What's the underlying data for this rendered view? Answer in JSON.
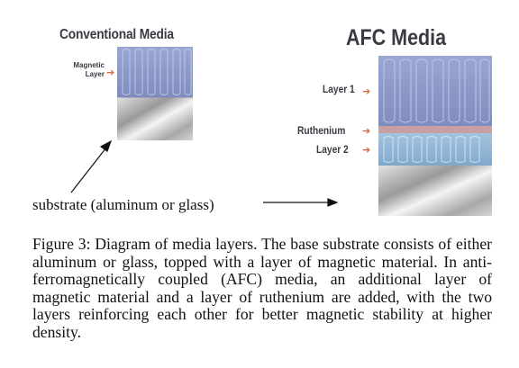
{
  "conventional": {
    "title": "Conventional Media",
    "magnetic_label_line1": "Magnetic",
    "magnetic_label_line2": "Layer"
  },
  "afc": {
    "title": "AFC Media",
    "layer1_label": "Layer 1",
    "ruthenium_label": "Ruthenium",
    "layer2_label": "Layer 2"
  },
  "substrate_label": "substrate (aluminum or glass)",
  "caption": "Figure 3: Diagram of media layers. The base substrate consists of either aluminum or glass, topped with a layer of magnetic material. In anti-ferromagnetically coupled (AFC) media, an additional layer of magnetic material and a layer of ruthenium are added, with the two layers reinforcing each other for better magnetic stability at higher density.",
  "colors": {
    "magnetic_layer": "#8f9cc8",
    "ruthenium_layer": "#c8a0a4",
    "layer2": "#8fb4d4",
    "substrate": "#c8c8c8",
    "label_arrow": "#d9673c",
    "label_text": "#3a3a44"
  }
}
